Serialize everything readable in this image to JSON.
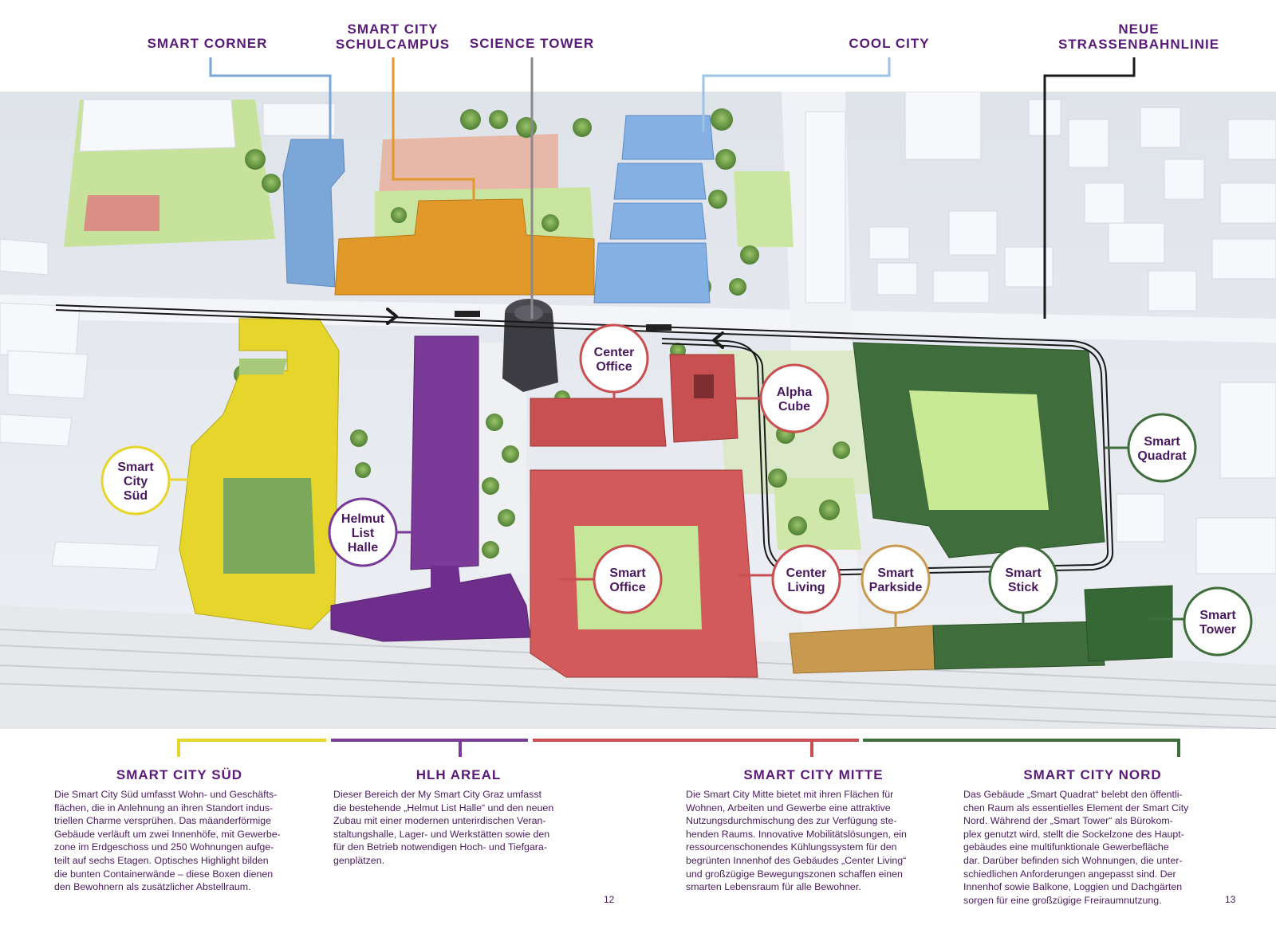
{
  "colors": {
    "purple_text": "#5a1a78",
    "sued_yellow": "#e6d52a",
    "hlh_purple": "#7a3a9a",
    "mitte_red": "#c85050",
    "nord_green": "#3f6e3c",
    "parkside_gold": "#c89a50",
    "blue": "#7aa7d8",
    "orange": "#e19a2a"
  },
  "top_labels": {
    "smart_corner": "SMART CORNER",
    "schulcampus": [
      "SMART CITY",
      "SCHULCAMPUS"
    ],
    "science_tower": "SCIENCE TOWER",
    "cool_city": "COOL CITY",
    "strassenbahn": [
      "NEUE",
      "STRASSENBAHNLINIE"
    ]
  },
  "bubbles": {
    "center_office": [
      "Center",
      "Office"
    ],
    "alpha_cube": [
      "Alpha",
      "Cube"
    ],
    "smart_city_sued": [
      "Smart",
      "City",
      "Süd"
    ],
    "helmut_list_halle": [
      "Helmut",
      "List",
      "Halle"
    ],
    "smart_office": [
      "Smart",
      "Office"
    ],
    "center_living": [
      "Center",
      "Living"
    ],
    "smart_parkside": [
      "Smart",
      "Parkside"
    ],
    "smart_stick": [
      "Smart",
      "Stick"
    ],
    "smart_quadrat": [
      "Smart",
      "Quadrat"
    ],
    "smart_tower": [
      "Smart",
      "Tower"
    ]
  },
  "sections": [
    {
      "title": "SMART CITY SÜD",
      "lines": [
        "Die Smart City Süd umfasst Wohn- und Geschäfts-",
        "flächen, die in Anlehnung an ihren Standort indus-",
        "triellen Charme versprühen. Das mäanderförmige",
        "Gebäude verläuft um zwei Innenhöfe, mit Gewerbe-",
        "zone im Erdgeschoss und 250 Wohnungen aufge-",
        "teilt auf sechs Etagen. Optisches Highlight bilden",
        "die bunten Containerwände – diese Boxen dienen",
        "den Bewohnern als zusätzlicher Abstellraum."
      ]
    },
    {
      "title": "HLH AREAL",
      "lines": [
        "Dieser Bereich der My Smart City Graz umfasst",
        "die bestehende „Helmut List Halle“ und den neuen",
        "Zubau mit einer modernen unterirdischen Veran-",
        "staltungshalle, Lager- und Werkstätten sowie den",
        "für den Betrieb notwendigen Hoch- und Tiefgara-",
        "genplätzen."
      ]
    },
    {
      "title": "SMART CITY MITTE",
      "lines": [
        "Die Smart City Mitte bietet mit ihren Flächen für",
        "Wohnen, Arbeiten und Gewerbe eine attraktive",
        "Nutzungsdurchmischung des zur Verfügung ste-",
        "henden Raums. Innovative Mobilitätslösungen, ein",
        "ressourcenschonendes Kühlungssystem für den",
        "begrünten Innenhof des Gebäudes „Center Living“",
        "und großzügige Bewegungszonen schaffen einen",
        "smarten Lebensraum für alle Bewohner."
      ]
    },
    {
      "title": "SMART CITY NORD",
      "lines": [
        "Das Gebäude „Smart Quadrat“ belebt den öffentli-",
        "chen Raum als essentielles Element der Smart City",
        "Nord. Während der „Smart Tower“ als Bürokom-",
        "plex genutzt wird, stellt die Sockelzone des Haupt-",
        "gebäudes eine multifunktionale Gewerbefläche",
        "dar. Darüber befinden sich Wohnungen, die unter-",
        "schiedlichen Anforderungen angepasst sind. Der",
        "Innenhof sowie Balkone, Loggien und Dachgärten",
        "sorgen für eine großzügige Freiraumnutzung."
      ]
    }
  ],
  "page_numbers": {
    "left": "12",
    "right": "13"
  }
}
